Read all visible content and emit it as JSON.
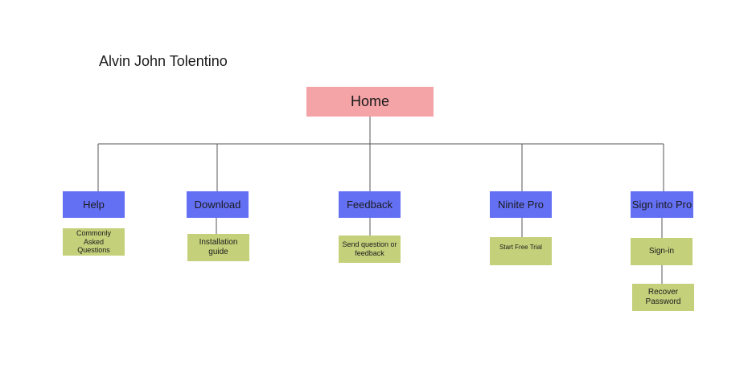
{
  "author": "Alvin John Tolentino",
  "root": {
    "label": "Home"
  },
  "categories": [
    {
      "label": "Help",
      "children": [
        "Commonly Asked Questions"
      ]
    },
    {
      "label": "Download",
      "children": [
        "Installation guide"
      ]
    },
    {
      "label": "Feedback",
      "children": [
        "Send question or feedback"
      ]
    },
    {
      "label": "Ninite Pro",
      "children": [
        "Start Free Trial"
      ]
    },
    {
      "label": "Sign into Pro",
      "children": [
        "Sign-in",
        "Recover Password"
      ]
    }
  ],
  "colors": {
    "root": "#f4a3a6",
    "category": "#6470f4",
    "leaf": "#c5d07b",
    "connector": "#555555"
  }
}
